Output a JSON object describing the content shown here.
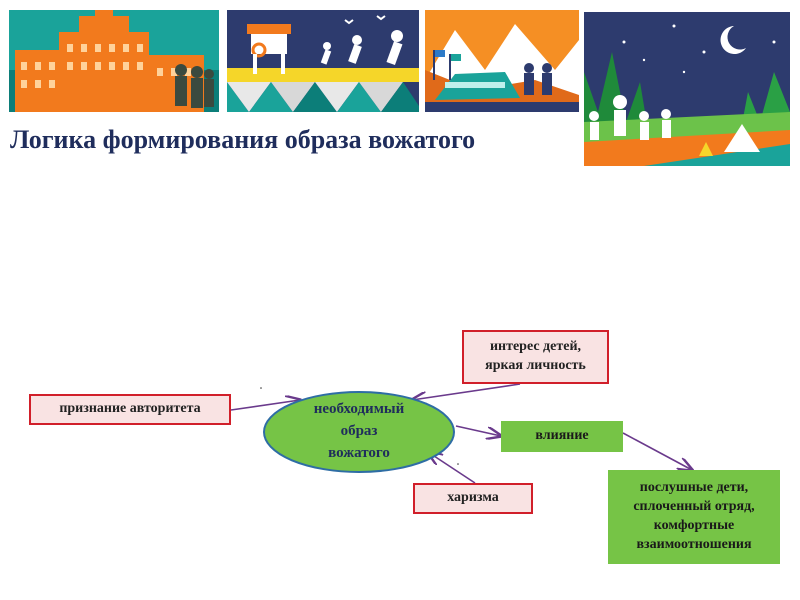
{
  "title": "Логика формирования образа вожатого",
  "center": {
    "line1": "необходимый",
    "line2": "образ",
    "line3": "вожатого"
  },
  "boxes": {
    "recognition": "признание авторитета",
    "interest_line1": "интерес детей,",
    "interest_line2": "яркая личность",
    "influence": "влияние",
    "charisma": "харизма",
    "result_line1": "послушные дети,",
    "result_line2": "сплоченный отряд,",
    "result_line3": "комфортные",
    "result_line4": "взаимоотношения"
  },
  "colors": {
    "title": "#1f2d5c",
    "pink_fill": "#f9e3e3",
    "red_border": "#d11f2a",
    "green": "#76c446",
    "ellipse_border": "#2e6da4",
    "arrow": "#6a3a8c"
  }
}
